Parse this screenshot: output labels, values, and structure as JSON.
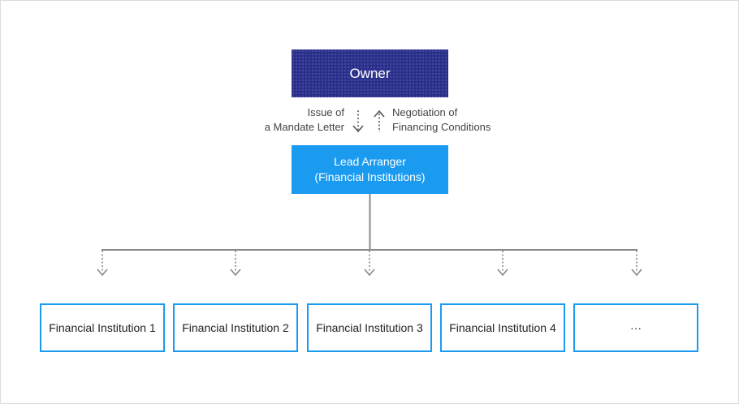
{
  "owner": {
    "label": "Owner"
  },
  "lead_arranger": {
    "line1": "Lead Arranger",
    "line2": "(Financial Institutions)"
  },
  "notes": {
    "mandate": {
      "line1": "Issue of",
      "line2": "a Mandate Letter"
    },
    "negotiation": {
      "line1": "Negotiation of",
      "line2": "Financing Conditions"
    }
  },
  "institutions": [
    "Financial Institution 1",
    "Financial Institution 2",
    "Financial Institution 3",
    "Financial Institution 4",
    "···"
  ],
  "colors": {
    "owner": "#2b2f8c",
    "lead": "#1a9bf0",
    "border": "#1a9bf0",
    "connector": "#888888"
  }
}
